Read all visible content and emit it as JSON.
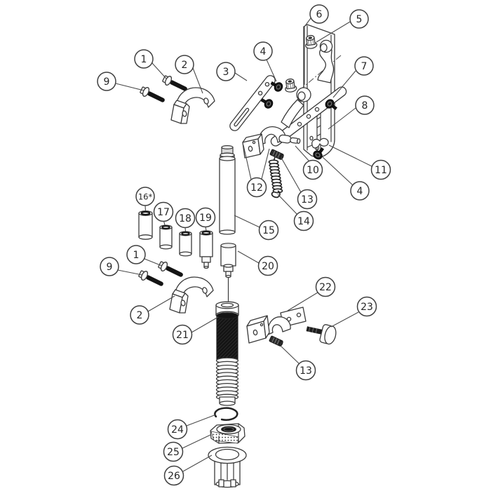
{
  "style": {
    "background": "#ffffff",
    "line_color": "#3a3a3a",
    "dark_fill": "#161616"
  },
  "balloons": {
    "n1": "1",
    "n2": "2",
    "n3": "3",
    "n4": "4",
    "n5": "5",
    "n6": "6",
    "n7": "7",
    "n8": "8",
    "n9": "9",
    "n10": "10",
    "n11": "11",
    "n12": "12",
    "n13": "13",
    "n14": "14",
    "n15": "15",
    "n16": "16*",
    "n17": "17",
    "n18": "18",
    "n19": "19",
    "n20": "20",
    "n21": "21",
    "n22": "22",
    "n23": "23",
    "n24": "24",
    "n25": "25",
    "n26": "26"
  }
}
